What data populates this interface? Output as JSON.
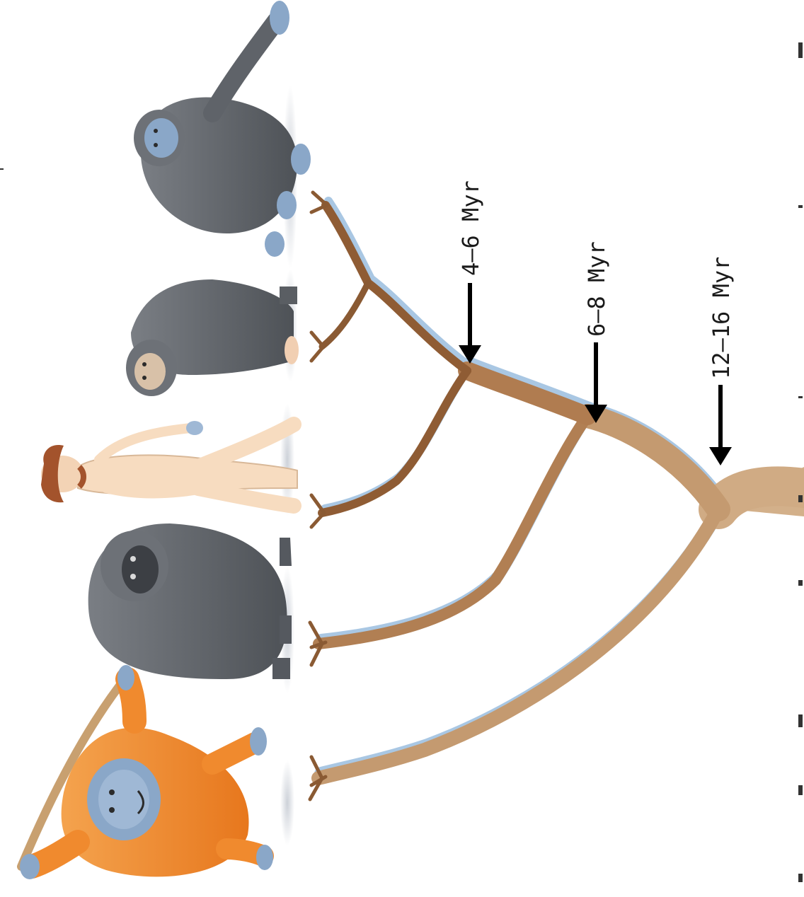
{
  "divergences": [
    {
      "label": "4–6 Myr"
    },
    {
      "label": "6–8 Myr"
    },
    {
      "label": "12–16 Myr"
    }
  ],
  "figures": [
    {
      "icon": "orangutan-icon",
      "color": "#f08a2e"
    },
    {
      "icon": "gorilla-icon",
      "color": "#5f6369"
    },
    {
      "icon": "human-icon",
      "color": "#f7dcc0"
    },
    {
      "icon": "chimpanzee-icon",
      "color": "#5f6369"
    },
    {
      "icon": "bonobo-icon",
      "color": "#5f6369"
    }
  ],
  "colors": {
    "branch": "#b78d61",
    "branch_dark": "#8a5a33",
    "branch_shadow": "#a9c7e3",
    "ape_fur": "#5f6369",
    "orangutan_fur": "#f08a2e",
    "skin_blue": "#8aa7c8",
    "human_skin": "#f7dcc0",
    "human_hair": "#a3532c"
  }
}
